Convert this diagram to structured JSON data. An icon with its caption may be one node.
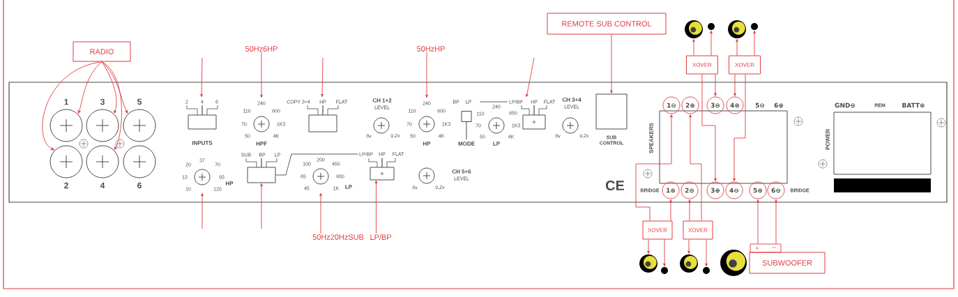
{
  "diagram": {
    "nodes": [
      {
        "text": [
          "RADIO"
        ]
      },
      {
        "text": [],
        "shape": "circle",
        "beside": [
          "1"
        ]
      },
      {
        "text": [],
        "shape": "circle",
        "beside": [
          "3"
        ]
      },
      {
        "text": [],
        "shape": "circle",
        "beside": [
          "5"
        ]
      },
      {
        "text": [],
        "shape": "circle",
        "beside": [
          "2"
        ]
      },
      {
        "text": [],
        "shape": "circle",
        "beside": [
          "4"
        ]
      },
      {
        "text": [],
        "shape": "circle",
        "beside": [
          "6"
        ]
      },
      {
        "text": [
          "50Hz6HP"
        ]
      },
      {
        "text": [
          "50HzHP"
        ]
      },
      {
        "text": [
          "REMOTE SUB CONTROL"
        ]
      },
      {
        "text": [],
        "shape": "speaker"
      },
      {
        "text": [],
        "shape": "circle"
      },
      {
        "text": [],
        "shape": "speaker"
      },
      {
        "text": [],
        "shape": "circle"
      },
      {
        "text": [
          "XOVER"
        ]
      },
      {
        "text": [
          "XOVER"
        ]
      },
      {
        "text": [
          "INPUTS"
        ]
      },
      {
        "text": [
          "HPF"
        ]
      },
      {
        "text": [],
        "shape": "box"
      },
      {
        "text": [
          "CH 1+2",
          "LEVEL"
        ]
      },
      {
        "text": [
          "HP"
        ]
      },
      {
        "text": [
          "MODE"
        ]
      },
      {
        "text": [
          "LP"
        ]
      },
      {
        "text": [],
        "shape": "box"
      },
      {
        "text": [
          "CH 3+4",
          "LEVEL"
        ]
      },
      {
        "text": [
          "SUB CONTROL"
        ]
      },
      {
        "text": [
          "1⊖"
        ]
      },
      {
        "text": [
          "2⊕"
        ]
      },
      {
        "text": [
          "3⊖"
        ]
      },
      {
        "text": [
          "4⊕"
        ]
      },
      {
        "text": [
          "HP"
        ]
      },
      {
        "text": [],
        "shape": "box"
      },
      {
        "text": [
          "LP"
        ]
      },
      {
        "text": [],
        "shape": "box"
      },
      {
        "text": [
          "CH 5+6",
          "LEVEL"
        ]
      },
      {
        "text": [
          "1⊕"
        ]
      },
      {
        "text": [
          "2⊖"
        ]
      },
      {
        "text": [
          "3⊕"
        ]
      },
      {
        "text": [
          "4⊖"
        ]
      },
      {
        "text": [
          "5⊕"
        ]
      },
      {
        "text": [
          "6⊖"
        ]
      },
      {
        "text": [
          "XOVER"
        ]
      },
      {
        "text": [
          "XOVER"
        ]
      },
      {
        "text": [
          "+",
          "−"
        ]
      },
      {
        "text": [],
        "shape": "speaker"
      },
      {
        "text": [],
        "shape": "circle"
      },
      {
        "text": [],
        "shape": "speaker"
      },
      {
        "text": [],
        "shape": "circle"
      },
      {
        "text": [
          "SUBWOOFER"
        ]
      },
      {
        "text": [
          "50Hz20HzSUB"
        ]
      },
      {
        "text": [
          "LP/BP"
        ]
      }
    ],
    "edges": [
      {
        "from": 0,
        "to": 1,
        "arrow": "to"
      },
      {
        "from": 0,
        "to": 2,
        "arrow": "to"
      },
      {
        "from": 0,
        "to": 3,
        "arrow": "to"
      },
      {
        "from": 0,
        "to": 4,
        "arrow": "to"
      },
      {
        "from": 0,
        "to": 5,
        "arrow": "to"
      },
      {
        "from": null,
        "to": 16,
        "arrow": "to"
      },
      {
        "from": 7,
        "to": 17,
        "arrow": "to"
      },
      {
        "from": null,
        "to": 18,
        "arrow": "to"
      },
      {
        "from": 8,
        "to": 20,
        "arrow": "to"
      },
      {
        "from": null,
        "to": 23,
        "arrow": "to"
      },
      {
        "from": 9,
        "to": 25,
        "arrow": "to"
      },
      {
        "from": 21,
        "to": 23,
        "arrow": "none",
        "color": "#4a4a4a"
      },
      {
        "from": 31,
        "to": 33,
        "arrow": "none",
        "color": "#4a4a4a"
      },
      {
        "from": null,
        "to": 30,
        "arrow": "to"
      },
      {
        "from": null,
        "to": 31,
        "arrow": "to"
      },
      {
        "from": 49,
        "to": 32,
        "arrow": "to"
      },
      {
        "from": 50,
        "to": 33,
        "arrow": "to"
      },
      {
        "from": 14,
        "to": 10,
        "arrow": "to"
      },
      {
        "from": 14,
        "to": 11,
        "arrow": "to"
      },
      {
        "from": 15,
        "to": 12,
        "arrow": "to"
      },
      {
        "from": 15,
        "to": 13,
        "arrow": "to"
      },
      {
        "from": 14,
        "to": 28,
        "arrow": "to"
      },
      {
        "from": 14,
        "to": 37,
        "arrow": "to"
      },
      {
        "from": 15,
        "to": 29,
        "arrow": "to"
      },
      {
        "from": 15,
        "to": 38,
        "arrow": "to"
      },
      {
        "from": 41,
        "to": 35,
        "arrow": "to"
      },
      {
        "from": 41,
        "to": 26,
        "arrow": "to"
      },
      {
        "from": 42,
        "to": 36,
        "arrow": "to"
      },
      {
        "from": 42,
        "to": 27,
        "arrow": "to"
      },
      {
        "from": 41,
        "to": 44,
        "arrow": "to"
      },
      {
        "from": 41,
        "to": 45,
        "arrow": "to"
      },
      {
        "from": 42,
        "to": 46,
        "arrow": "to"
      },
      {
        "from": 42,
        "to": 47,
        "arrow": "to"
      },
      {
        "from": 43,
        "to": 39,
        "arrow": "to"
      },
      {
        "from": 43,
        "to": 40,
        "arrow": "to"
      }
    ],
    "labels": [
      "2",
      "4",
      "6",
      "240",
      "110",
      "600",
      "70",
      "1K3",
      "50",
      "4K",
      "COPY 3+4",
      "HP",
      "FLAT",
      "8v",
      "0,2v",
      "240",
      "110",
      "600",
      "70",
      "1K3",
      "50",
      "4K",
      "BP",
      "LP",
      "240",
      "110",
      "650",
      "70",
      "1K3",
      "50",
      "4K",
      "LP/BP",
      "HP",
      "FLAT",
      "8v",
      "0,2v",
      "5⊖",
      "6⊕",
      "GND⊖",
      "REM",
      "BATT⊕",
      "SPEAKERS",
      "POWER",
      "37",
      "20",
      "70",
      "13",
      "93",
      "10",
      "120",
      "SUB",
      "BP",
      "LP",
      "200",
      "100",
      "450",
      "65",
      "680",
      "45",
      "1K",
      "LP/BP",
      "HP",
      "FLAT",
      "8v",
      "0,2v",
      "CE",
      "BRIDGE",
      "BRIDGE"
    ]
  }
}
